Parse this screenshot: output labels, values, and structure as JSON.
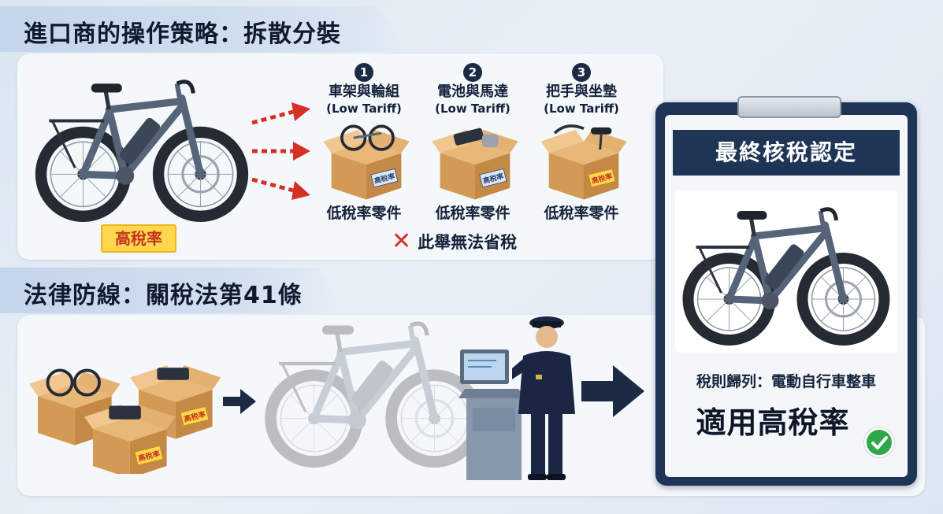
{
  "section1": {
    "title": "進口商的操作策略：拆散分裝",
    "whole_bike_badge": "高稅率",
    "steps": [
      {
        "num": "1",
        "label": "車架與輪組",
        "tariff": "(Low Tariff)",
        "part_label": "低稅率零件",
        "box_tag": "高稅率"
      },
      {
        "num": "2",
        "label": "電池與馬達",
        "tariff": "(Low Tariff)",
        "part_label": "低稅率零件",
        "box_tag": "高税率"
      },
      {
        "num": "3",
        "label": "把手與坐墊",
        "tariff": "(Low Tariff)",
        "part_label": "低稅率零件",
        "box_tag": "高稅率"
      }
    ],
    "fail_note": "此舉無法省稅"
  },
  "section2": {
    "title": "法律防線：關稅法第41條",
    "box_tags": [
      "高税率",
      "高稅率"
    ]
  },
  "clipboard": {
    "header": "最終核稅認定",
    "classification": "稅則歸列：電動自行車整車",
    "verdict": "適用高稅率"
  },
  "colors": {
    "navy": "#1f3556",
    "accent_red": "#d63026",
    "badge_yellow": "#ffd64d",
    "check_green": "#2fa84a"
  }
}
